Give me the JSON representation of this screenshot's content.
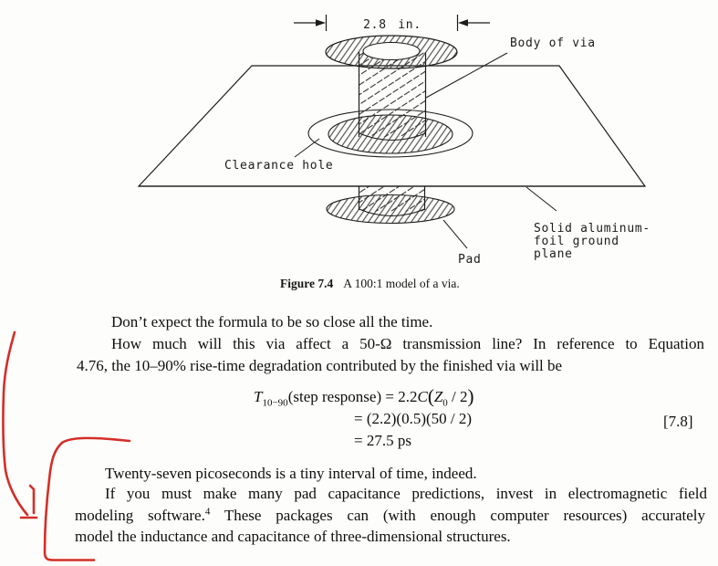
{
  "page": {
    "background": "#fdfdfb",
    "ink": "#1c1c1c",
    "annotation_red": "#d42e28"
  },
  "figure": {
    "dimension": "2.8 in.",
    "label_body_of_via": "Body of via",
    "label_clearance_hole": "Clearance hole",
    "label_pad": "Pad",
    "label_ground_1": "Solid aluminum-",
    "label_ground_2": "foil ground",
    "label_ground_3": "plane",
    "caption_label": "Figure 7.4",
    "caption_text": "A 100:1 model of a via."
  },
  "text": {
    "para1": "Don’t expect the formula to be so close all the time.",
    "para2_l1": "How much will this via affect a 50-Ω transmission line? In reference to Equation",
    "para2_l2": "4.76, the 10–90% rise-time degradation contributed by the finished via will be",
    "para3": "Twenty-seven picoseconds is a tiny interval of time, indeed.",
    "para4_l1": "If you must make many pad capacitance predictions, invest in electromagnetic field",
    "para4_l2_pre": "modeling software.",
    "para4_l2_sup": "4",
    "para4_l2_post": " These packages can (with enough computer resources) accurately",
    "para4_l3": "model the inductance and capacitance of three-dimensional structures."
  },
  "equation": {
    "t": "T",
    "t_sub": "10−90",
    "arg": "(step response) ",
    "eq1": "= 2.2",
    "c_var": "C",
    "open": "(",
    "z_var": "Z",
    "z_sub": "0",
    "tail": " / 2",
    "close": ")",
    "eq2": "= (2.2)(0.5)(50 / 2)",
    "eq3": "= 27.5 ps",
    "ref": "[7.8]"
  }
}
